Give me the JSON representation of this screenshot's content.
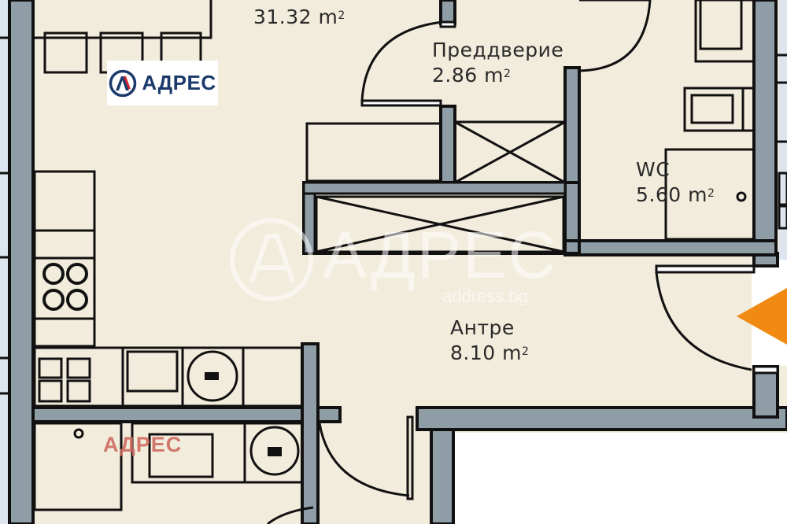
{
  "plan": {
    "colors": {
      "floor": "#f2ecdc",
      "wall_fill": "#8f9ea6",
      "wall_line": "#111111",
      "outside": "#dde6ee",
      "entry_marker": "#f08a12",
      "logo_blue": "#1b3a6b",
      "logo_red": "#d8232a"
    },
    "rooms": [
      {
        "id": "living",
        "name": "",
        "area": "31.32 m",
        "sup": "2"
      },
      {
        "id": "vestibule",
        "name": "Преддверие",
        "area": "2.86 m",
        "sup": "2"
      },
      {
        "id": "wc",
        "name": "WC",
        "area": "5.60 m",
        "sup": "2"
      },
      {
        "id": "hall",
        "name": "Антре",
        "area": "8.10 m",
        "sup": "2"
      }
    ],
    "entry_marker": {
      "icon": "entry-arrow-icon",
      "direction": "left"
    }
  },
  "branding": {
    "logo_text": "АДРЕС",
    "watermark_text": "АДРЕС",
    "watermark_url": "address.bg",
    "red_watermark": "АДРЕС"
  }
}
